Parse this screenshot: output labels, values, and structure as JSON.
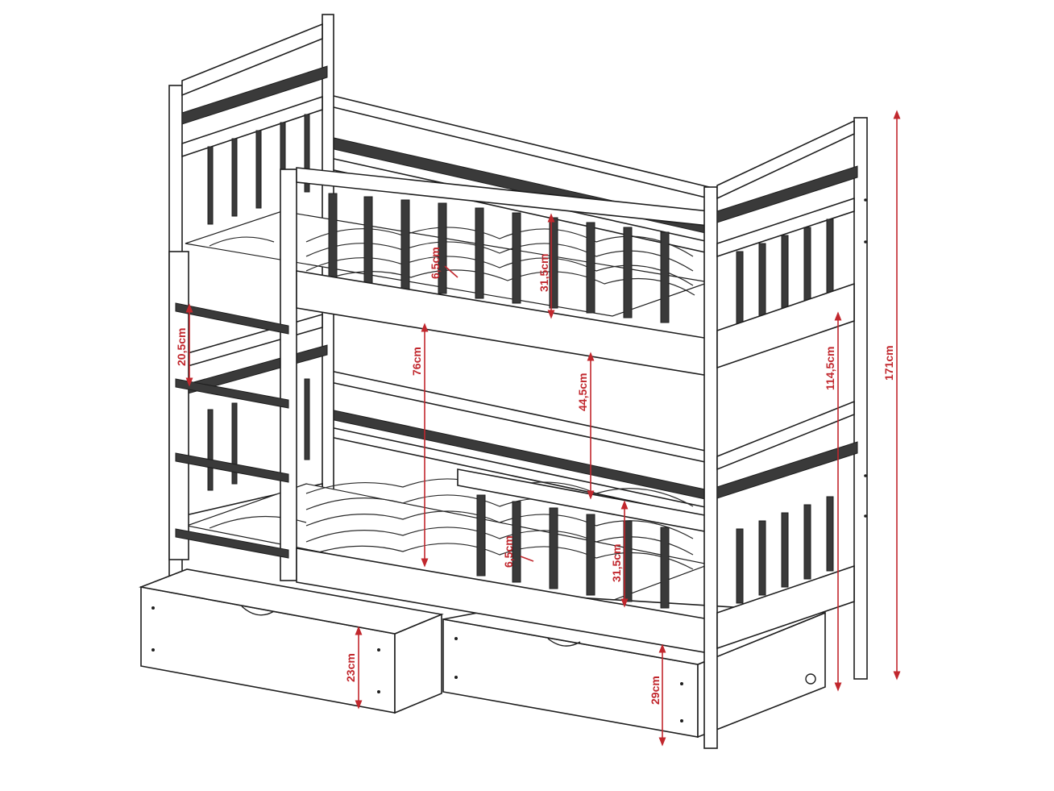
{
  "colors": {
    "dimension": "#c1272d",
    "outline": "#1e1e1e",
    "slat": "#3a3a3a"
  },
  "dimensions": {
    "rail_gap_top": "6,5cm",
    "rail_height_top": "31,5cm",
    "ladder_step": "20,5cm",
    "under_top_clearance": "76cm",
    "between_beds": "44,5cm",
    "rail_gap_bottom": "6,5cm",
    "rail_height_bottom": "31,5cm",
    "top_bed_height": "114,5cm",
    "total_height": "171cm",
    "drawer_left_height": "23cm",
    "drawer_right_height": "29cm"
  }
}
